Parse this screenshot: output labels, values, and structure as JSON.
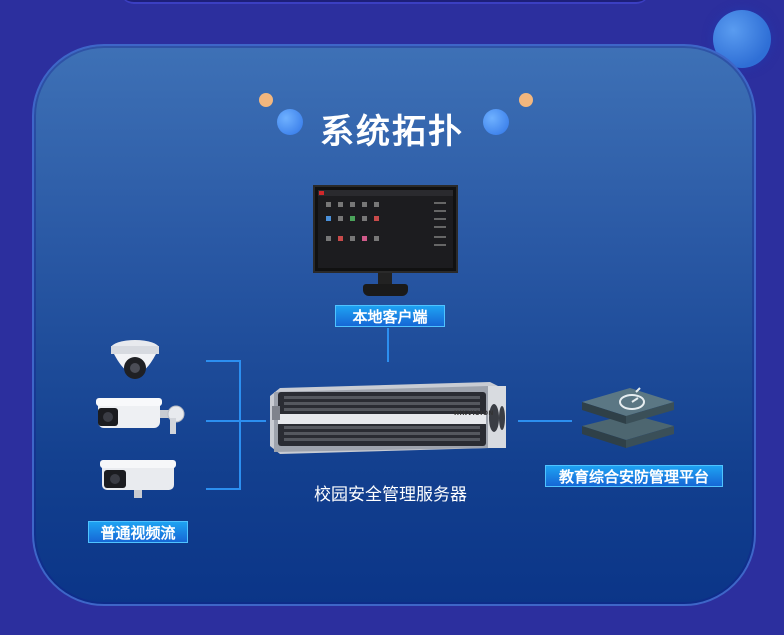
{
  "title": "系统拓扑",
  "nodes": {
    "client": "本地客户端",
    "server": "校园安全管理服务器",
    "platform": "教育综合安防管理平台",
    "cameras": "普通视频流"
  },
  "server_brand": "HIKVISION",
  "colors": {
    "background": "#2c2f9e",
    "panel_top": "#3e71b6",
    "panel_bottom": "#0b3588",
    "label_bg": "#1667d6",
    "connector": "#2c8ff0",
    "accent_orange": "#f3b77e"
  }
}
